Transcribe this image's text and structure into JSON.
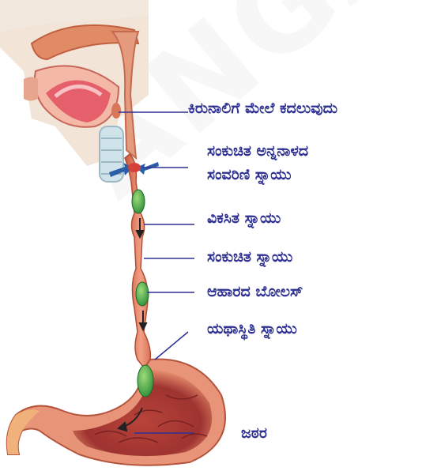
{
  "labels": {
    "soft_palate": "ಕಿರುನಾಲಿಗೆ ಮೇಲೆ ಕದಲುವುದು",
    "sphincter_line1": "ಸಂಕುಚಿತ ಅನ್ನನಾಳದ",
    "sphincter_line2": "ಸಂವರಿಣಿ ಸ್ನಾಯು",
    "relaxed_muscle": "ವಿಕಸಿತ ಸ್ನಾಯು",
    "contracted_muscle": "ಸಂಕುಚಿತ ಸ್ನಾಯು",
    "bolus": "ಆಹಾರದ ಬೋಲಸ್",
    "resting_muscle": "ಯಥಾಸ್ಥಿತಿ ಸ್ನಾಯು",
    "stomach": "ಜಠರ"
  },
  "watermark": "ANGA",
  "colors": {
    "label_text": "#2e3192",
    "leader_line": "#2e3192",
    "esophagus": "#e07a5a",
    "bolus": "#3aa447",
    "stomach": "#d96d5a"
  }
}
